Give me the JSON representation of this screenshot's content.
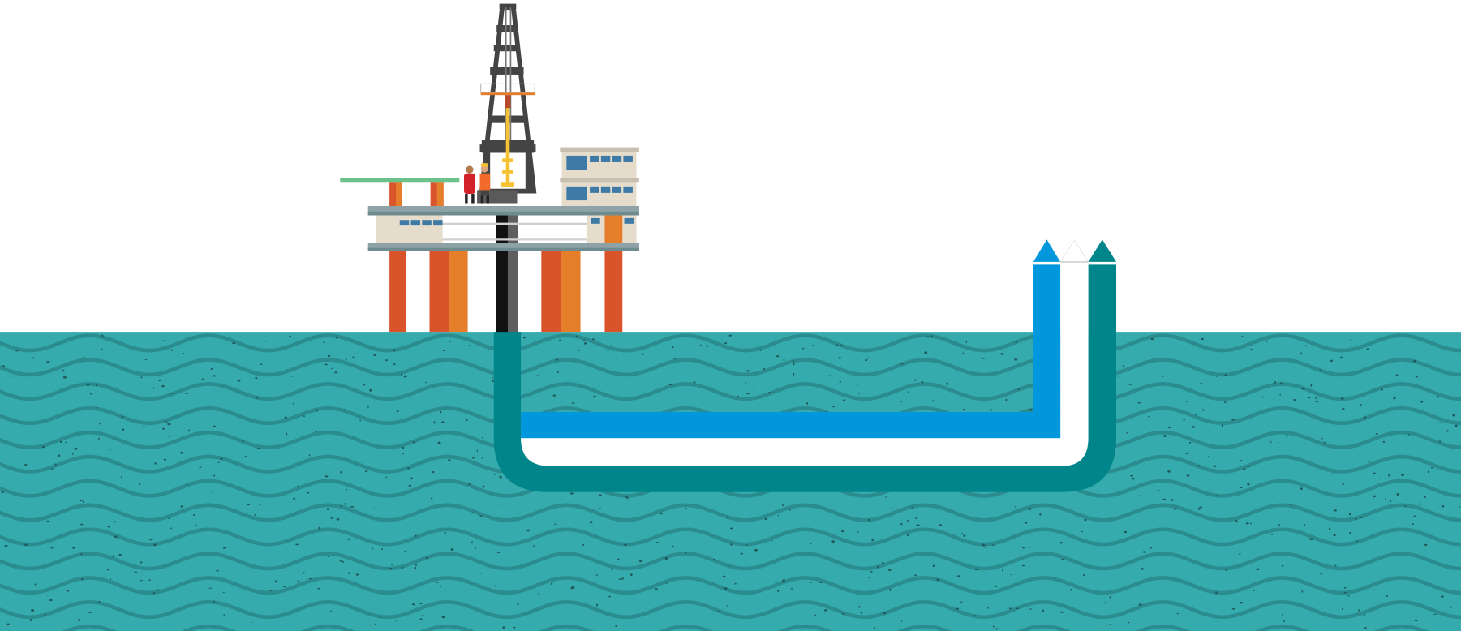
{
  "scene": {
    "subject": "offshore-oil-platform",
    "colors": {
      "sky": "#ffffff",
      "sea": "#36abad",
      "wave_line": "#2a8c8f",
      "speckle": "#1f5a5c",
      "pipe_outer": "#00868a",
      "pipe_middle": "#ffffff",
      "pipe_inner": "#0097dc",
      "leg_red": "#d9542a",
      "leg_orange": "#e57e2a",
      "deck": "#8fa2a7",
      "deck_dark": "#6e8c90",
      "helipad": "#6cc08a",
      "building": "#e6dccb",
      "window": "#3d7aa6",
      "derrick": "#4a4a4a",
      "drill_bit": "#f5c232"
    },
    "arrows": [
      {
        "name": "inner-flow-arrow",
        "color": "#0097dc",
        "direction": "up"
      },
      {
        "name": "middle-flow-arrow",
        "color": "#ffffff",
        "direction": "up"
      },
      {
        "name": "outer-flow-arrow",
        "color": "#00868a",
        "direction": "up"
      }
    ]
  }
}
